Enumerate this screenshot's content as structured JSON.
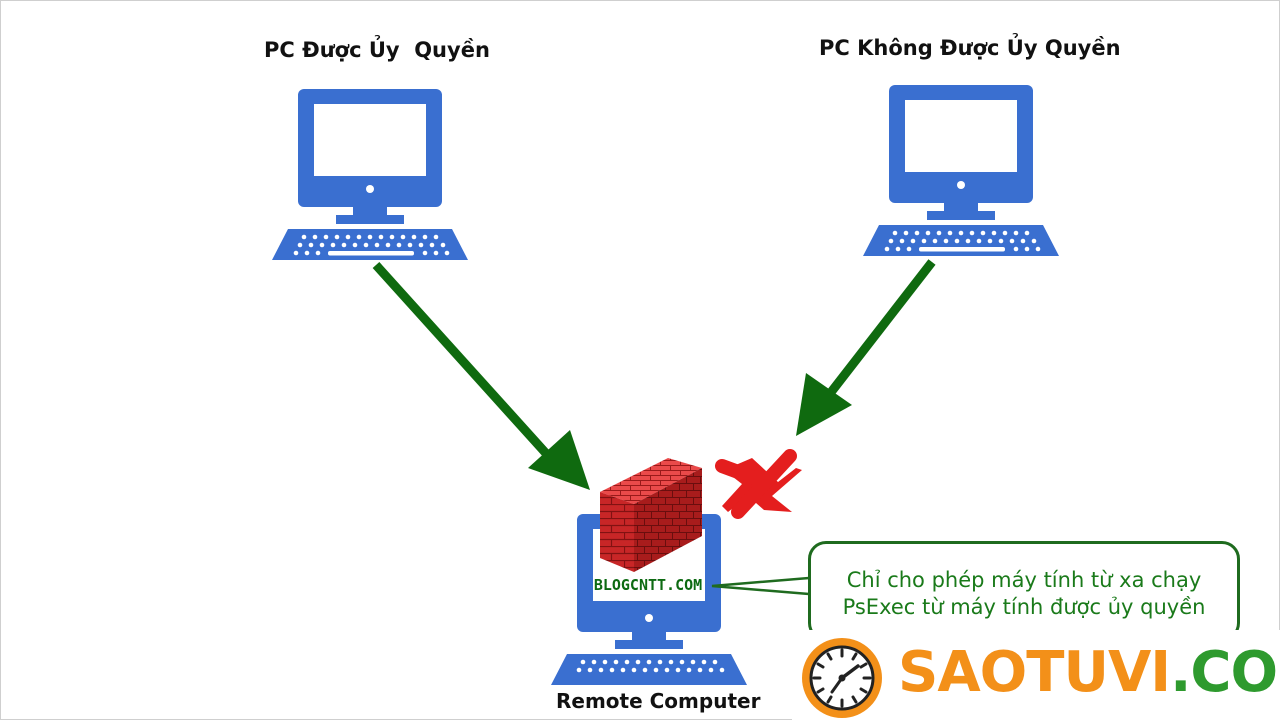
{
  "labels": {
    "authorized_pc": "PC Được Ủy  Quyền",
    "unauthorized_pc": "PC Không Được Ủy Quyền",
    "remote_computer": "Remote Computer"
  },
  "firewall_screen_text": "BLOGCNTT.COM",
  "callout": {
    "line1": "Chỉ cho phép máy tính từ xa chạy",
    "line2": "PsExec từ máy tính được ủy quyền"
  },
  "watermark": {
    "part1": "SAOTUVI",
    "part2": ".COM"
  },
  "colors": {
    "computer_blue": "#3a6fd0",
    "arrow_green": "#0f6a0f",
    "deny_red": "#e41e1e",
    "brick_red": "#d3292a",
    "callout_text": "#1a7a1a",
    "watermark_orange": "#f39019",
    "watermark_green": "#2e9a2e"
  },
  "icons": [
    "computer-icon",
    "firewall-icon",
    "deny-x-icon",
    "clock-icon"
  ]
}
